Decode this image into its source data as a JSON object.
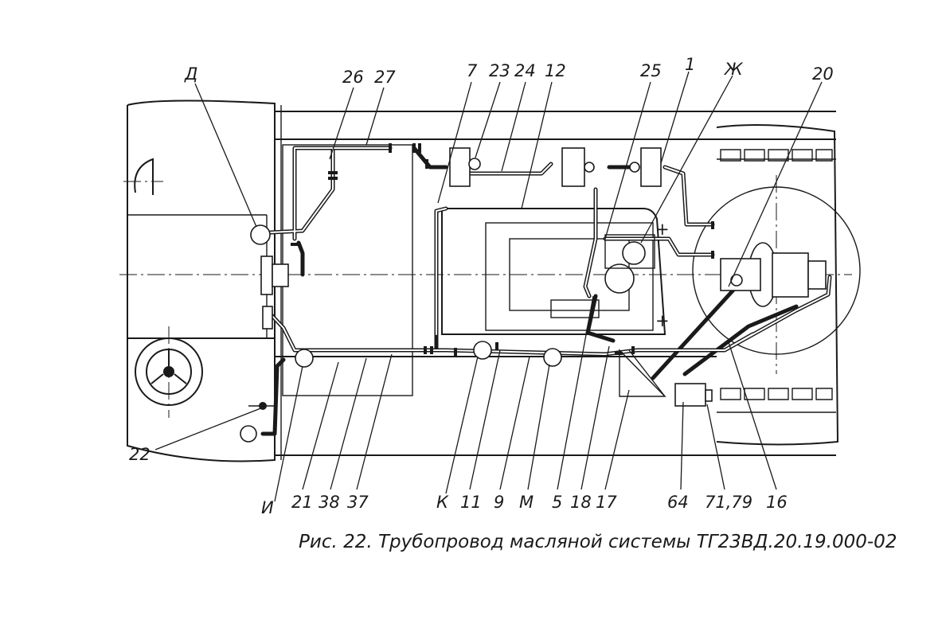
{
  "caption": "Рис. 22. Трубопровод масляной системы ТГ23ВД.20.19.000-02",
  "callouts": {
    "D": "Д",
    "n26": "26",
    "n27": "27",
    "n7": "7",
    "n23": "23",
    "n24": "24",
    "n12": "12",
    "n25": "25",
    "n1": "1",
    "Zh": "Ж",
    "n20": "20",
    "n22": "22",
    "I": "И",
    "n21": "21",
    "n38": "38",
    "n37": "37",
    "K": "К",
    "n11": "11",
    "n9": "9",
    "M": "М",
    "n5": "5",
    "n18": "18",
    "n17": "17",
    "n64": "64",
    "n71_79": "71,79",
    "n16": "16"
  }
}
